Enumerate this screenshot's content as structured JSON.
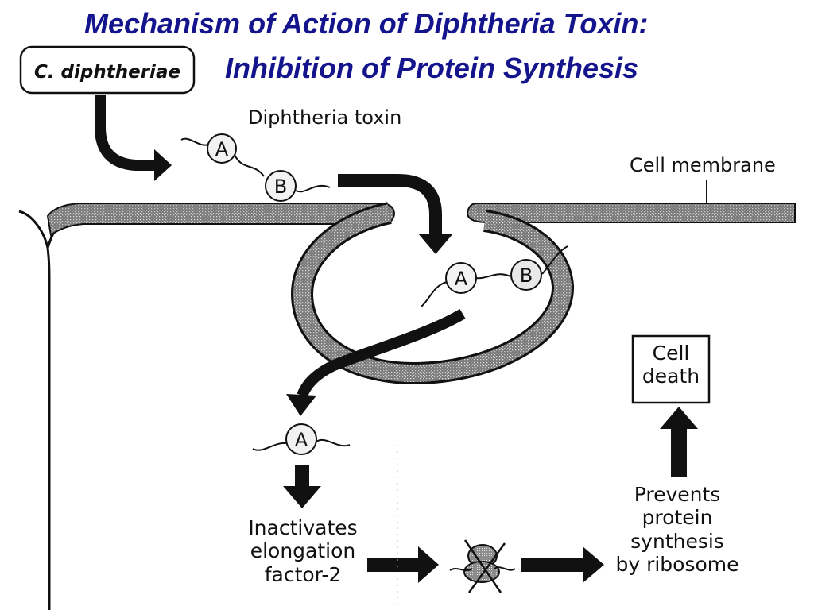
{
  "title": {
    "line1": "Mechanism of Action of Diphtheria Toxin:",
    "line2": "Inhibition of Protein Synthesis"
  },
  "diagram": {
    "source_label": "C. diphtheriae",
    "toxin_label": "Diphtheria toxin",
    "membrane_label": "Cell membrane",
    "subunit_a": "A",
    "subunit_b": "B",
    "step_inactivates": "Inactivates\nelongation\nfactor-2",
    "step_prevents": "Prevents\nprotein\nsynthesis\nby ribosome",
    "outcome": "Cell\ndeath"
  },
  "colors": {
    "title": "#14148c",
    "ink": "#111111",
    "membrane_fill": "#8a8a8a",
    "subunit_fill": "#f2f2f2"
  }
}
